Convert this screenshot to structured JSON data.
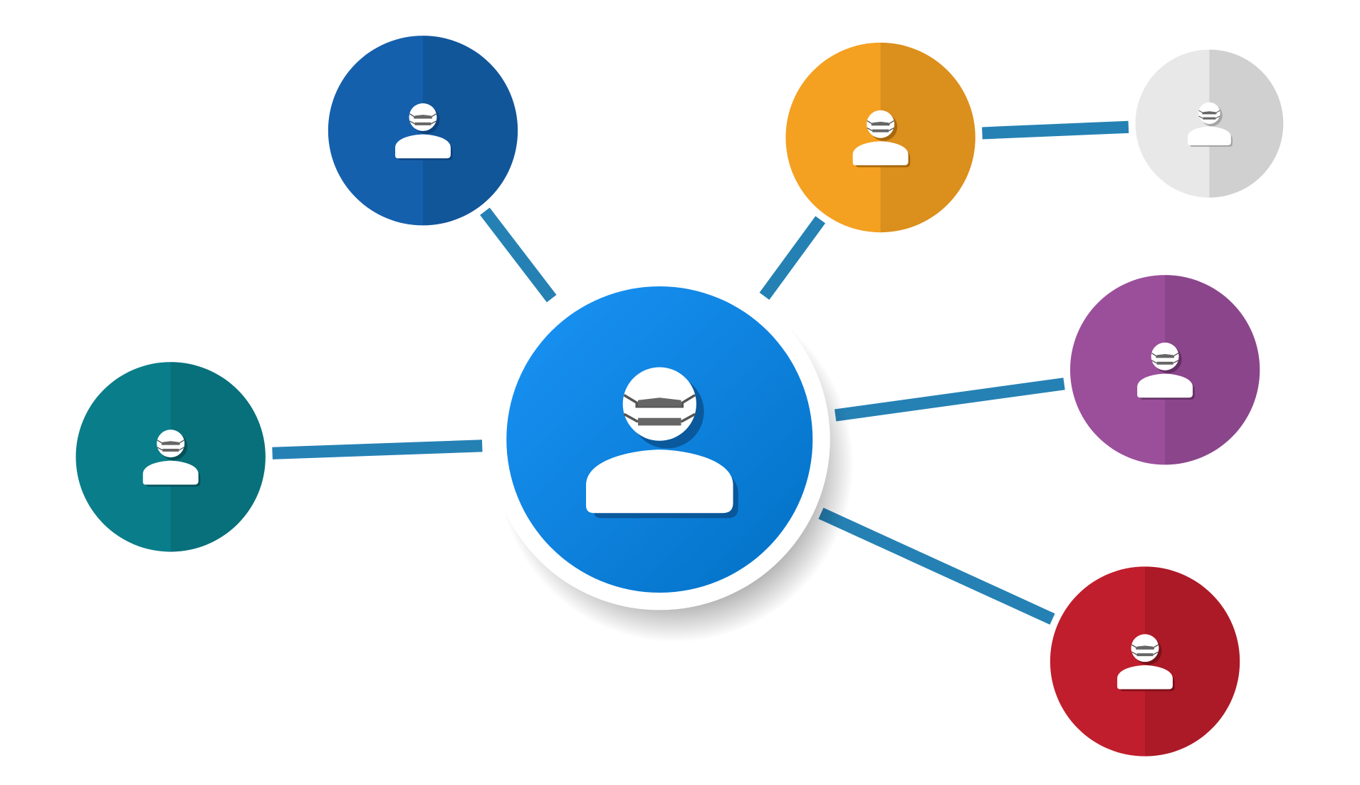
{
  "diagram": {
    "type": "hub-network",
    "icon": "masked-person-icon",
    "connector_color": "#2581b4",
    "hub": {
      "id": "center",
      "color_start": "#1a94f7",
      "color_end": "#0270c4",
      "ring_color": "#ffffff",
      "shade": "#0a4f8c"
    },
    "nodes": [
      {
        "id": "top-left",
        "color": "#1560ac",
        "shade": "#0d3f78"
      },
      {
        "id": "top-right",
        "color": "#f4a020",
        "shade": "#9a5c0a"
      },
      {
        "id": "far-top-right",
        "color": "#e8e8e8",
        "shade": "#9a9a9a"
      },
      {
        "id": "right",
        "color": "#9b4f9b",
        "shade": "#5a2a5a"
      },
      {
        "id": "bottom-right",
        "color": "#c01e2c",
        "shade": "#6e0f17"
      },
      {
        "id": "left",
        "color": "#0a7d8a",
        "shade": "#044a52"
      }
    ]
  }
}
